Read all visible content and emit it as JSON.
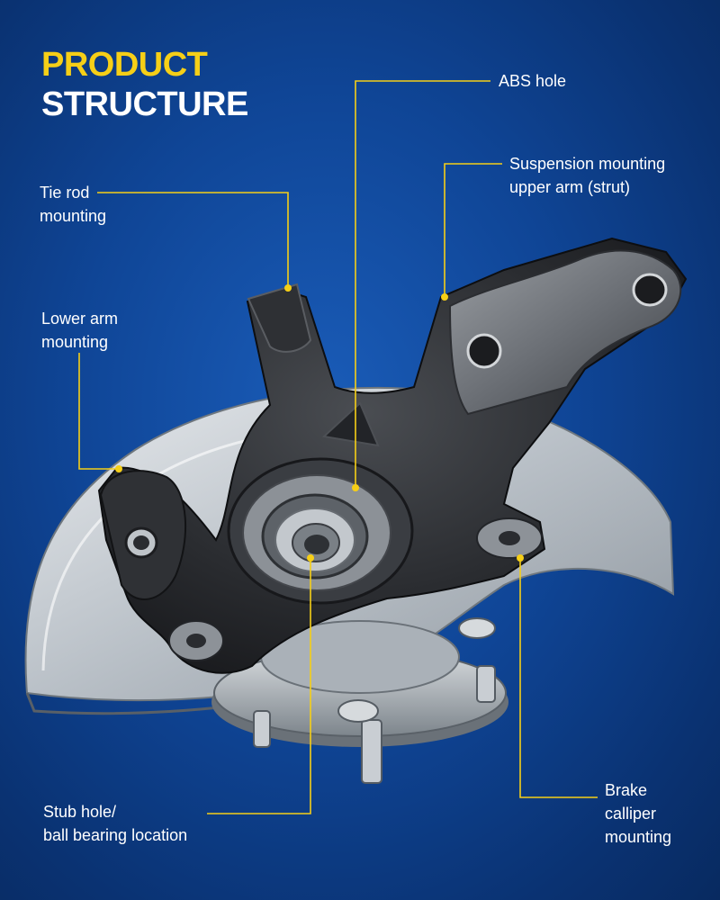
{
  "title": {
    "line1": "PRODUCT",
    "line2": "STRUCTURE"
  },
  "labels": {
    "abs_hole": "ABS hole",
    "suspension_mounting": "Suspension mounting\nupper arm (strut)",
    "tie_rod": "Tie rod\nmounting",
    "lower_arm": "Lower arm\nmounting",
    "stub_hole": "Stub hole/\nball bearing location",
    "brake_calliper": "Brake\ncalliper\nmounting"
  },
  "colors": {
    "accent": "#f6cf17",
    "background": "#0f4596",
    "text": "#ffffff"
  }
}
